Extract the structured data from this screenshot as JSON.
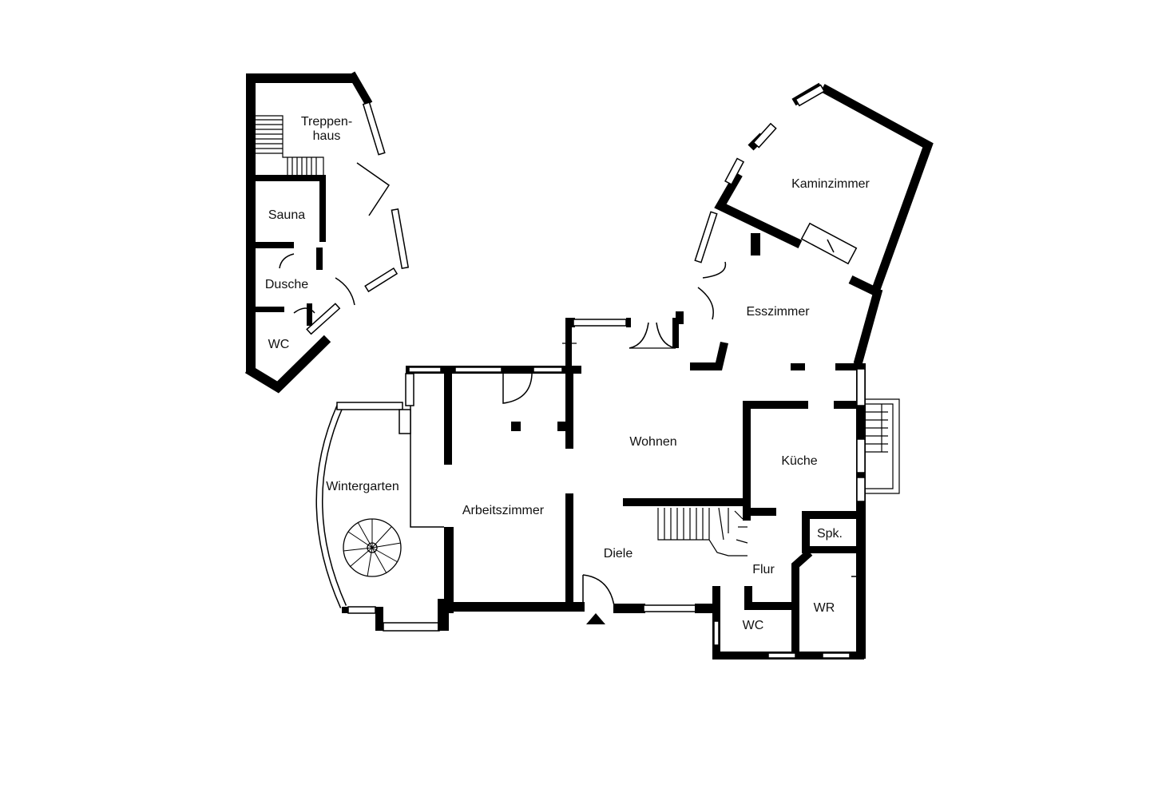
{
  "rooms": {
    "treppenhaus_1": "Treppen-",
    "treppenhaus_2": "haus",
    "sauna": "Sauna",
    "dusche": "Dusche",
    "wc_left": "WC",
    "kaminzimmer": "Kaminzimmer",
    "esszimmer": "Esszimmer",
    "wohnen": "Wohnen",
    "kueche": "Küche",
    "wintergarten": "Wintergarten",
    "arbeitszimmer": "Arbeitszimmer",
    "diele": "Diele",
    "spk": "Spk.",
    "flur": "Flur",
    "wc_right": "WC",
    "wr": "WR"
  },
  "colors": {
    "wall": "#000000",
    "background": "#ffffff"
  }
}
